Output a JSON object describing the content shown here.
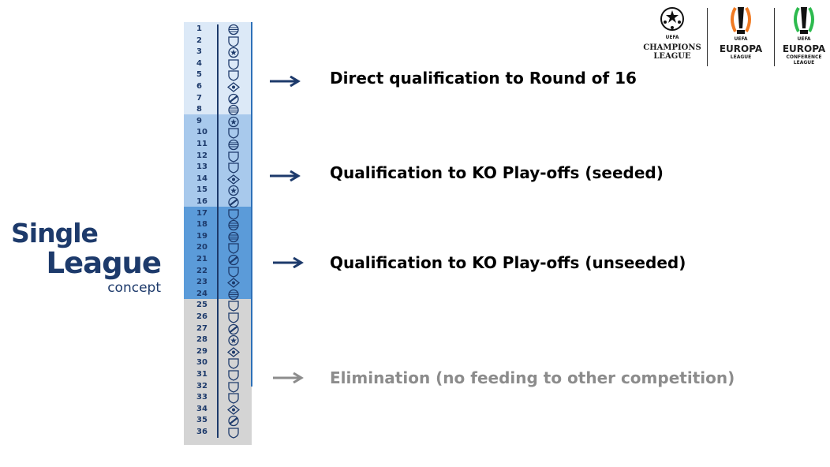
{
  "title": {
    "line1": "Single",
    "line2": "League",
    "line3": "concept"
  },
  "ranks": [
    "1",
    "2",
    "3",
    "4",
    "5",
    "6",
    "7",
    "8",
    "9",
    "10",
    "11",
    "12",
    "13",
    "14",
    "15",
    "16",
    "17",
    "18",
    "19",
    "20",
    "21",
    "22",
    "23",
    "24",
    "25",
    "26",
    "27",
    "28",
    "29",
    "30",
    "31",
    "32",
    "33",
    "34",
    "35",
    "36"
  ],
  "crests": [
    "striped",
    "shield",
    "star",
    "shield",
    "shield",
    "eye",
    "ball",
    "striped",
    "star",
    "shield",
    "striped",
    "shield",
    "shield",
    "eye",
    "star",
    "ball",
    "shield",
    "striped",
    "striped",
    "shield",
    "ball",
    "shield",
    "eye",
    "striped",
    "shield",
    "shield",
    "ball",
    "star",
    "eye",
    "shield",
    "shield",
    "shield",
    "shield",
    "eye",
    "ball",
    "shield"
  ],
  "outcomes": [
    {
      "label": "Direct qualification to Round of 16",
      "color": "#1d3a6b"
    },
    {
      "label": "Qualification to KO Play-offs (seeded)",
      "color": "#1d3a6b"
    },
    {
      "label": "Qualification to KO Play-offs (unseeded)",
      "color": "#1d3a6b"
    },
    {
      "label": "Elimination (no feeding to other competition)",
      "color": "#8c8c8c"
    }
  ],
  "logos": {
    "ucl": {
      "uefa": "UEFA",
      "line1": "CHAMPIONS",
      "line2": "LEAGUE"
    },
    "uel": {
      "uefa": "UEFA",
      "line1": "EUROPA",
      "line2": "LEAGUE"
    },
    "uecl": {
      "uefa": "UEFA",
      "line1": "EUROPA",
      "line2": "CONFERENCE",
      "line3": "LEAGUE"
    }
  },
  "colors": {
    "navy": "#1d3a6b",
    "band_top8": "#dce9f7",
    "band_9_16": "#a8c9ec",
    "band_17_24": "#5b9bd9",
    "band_25_36": "#d4d4d4",
    "uel_orange": "#f07a22",
    "uecl_green": "#2dba4e"
  }
}
